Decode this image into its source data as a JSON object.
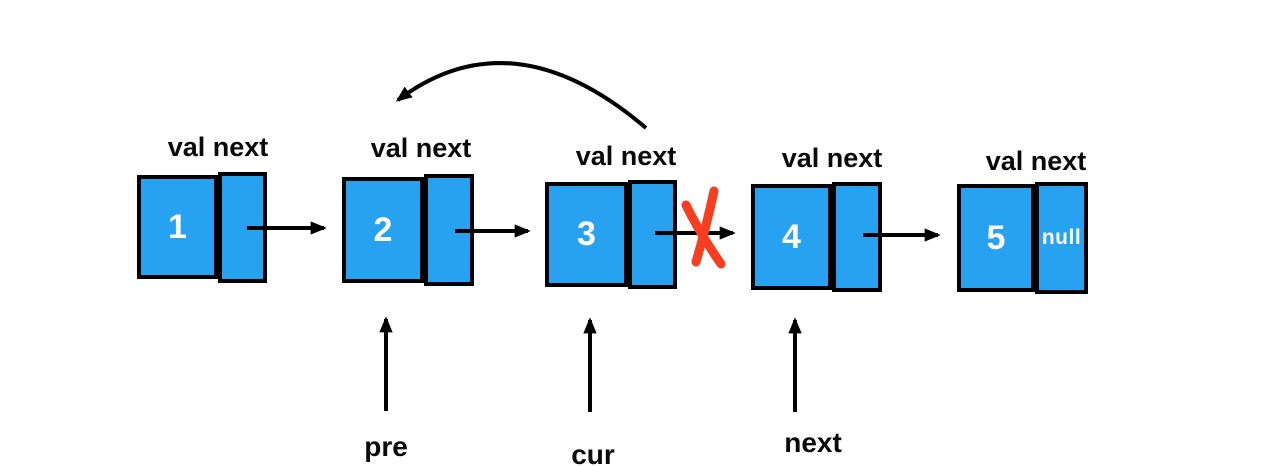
{
  "diagram": {
    "type": "singly-linked-list-reversal",
    "colors": {
      "node_fill": "#27a2f0",
      "node_border": "#000000",
      "arrow": "#000000",
      "cross_mark": "#f93d1f",
      "label_text": "#0a0a0a",
      "node_value_text": "#ffffff"
    },
    "nodes": [
      {
        "field_label": "val next",
        "val": "1",
        "next": ""
      },
      {
        "field_label": "val next",
        "val": "2",
        "next": ""
      },
      {
        "field_label": "val next",
        "val": "3",
        "next": ""
      },
      {
        "field_label": "val next",
        "val": "4",
        "next": ""
      },
      {
        "field_label": "val next",
        "val": "5",
        "next": "null"
      }
    ],
    "pointer_labels": {
      "pre": "pre",
      "cur": "cur",
      "next": "next"
    }
  }
}
